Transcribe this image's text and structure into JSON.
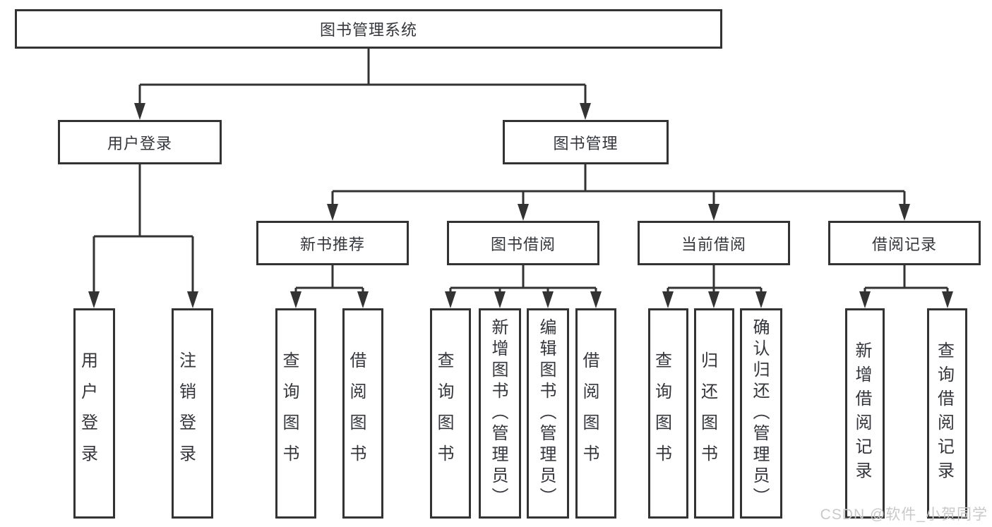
{
  "tree": {
    "root": {
      "label": "图书管理系统"
    },
    "level2": [
      {
        "label": "用户登录"
      },
      {
        "label": "图书管理"
      }
    ],
    "level3": [
      {
        "label": "新书推荐"
      },
      {
        "label": "图书借阅"
      },
      {
        "label": "当前借阅"
      },
      {
        "label": "借阅记录"
      }
    ],
    "leaves": [
      {
        "label": "用户登录",
        "parent": "用户登录"
      },
      {
        "label": "注销登录",
        "parent": "用户登录"
      },
      {
        "label": "查询图书",
        "parent": "新书推荐"
      },
      {
        "label": "借阅图书",
        "parent": "新书推荐"
      },
      {
        "label": "查询图书",
        "parent": "图书借阅"
      },
      {
        "label": "新增图书（管理员）",
        "parent": "图书借阅"
      },
      {
        "label": "编辑图书（管理员）",
        "parent": "图书借阅"
      },
      {
        "label": "借阅图书",
        "parent": "图书借阅"
      },
      {
        "label": "查询图书",
        "parent": "当前借阅"
      },
      {
        "label": "归还图书",
        "parent": "当前借阅"
      },
      {
        "label": "确认归还（管理员）",
        "parent": "当前借阅"
      },
      {
        "label": "新增借阅记录",
        "parent": "借阅记录"
      },
      {
        "label": "查询借阅记录",
        "parent": "借阅记录"
      }
    ]
  },
  "watermark": {
    "text": "CSDN @软件_小贺同学"
  },
  "colors": {
    "line": "#333333",
    "box_border": "#333333",
    "text": "#34363b",
    "watermark": "#c9c9c9",
    "background": "#ffffff"
  }
}
